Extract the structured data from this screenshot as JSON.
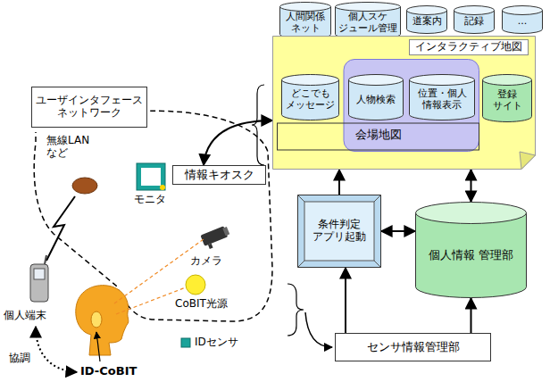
{
  "diagram": {
    "nodes": [
      {
        "text": [
          "人間関係 ネット"
        ]
      },
      {
        "text": [
          "個人スケ ジュール管理"
        ]
      },
      {
        "text": [
          "道案内"
        ]
      },
      {
        "text": [
          "記録"
        ]
      },
      {
        "text": [
          "..."
        ]
      },
      {
        "text": [
          "インタラクティブ地図"
        ]
      },
      {
        "text": [
          "会場地図"
        ],
        "in": 5
      },
      {
        "text": [
          "どこでも メッセージ"
        ],
        "in": 6
      },
      {
        "text": [
          "人物検索"
        ],
        "in": 6
      },
      {
        "text": [
          "位置・個人 情報表示"
        ],
        "in": 6
      },
      {
        "text": [
          "登録 サイト"
        ],
        "in": 5
      },
      {
        "text": [
          "ユーザインタフェース ネットワーク"
        ]
      },
      {
        "text": [
          "情報キオスク"
        ]
      },
      {
        "text": [
          "条件判定 アプリ起動"
        ]
      },
      {
        "text": [
          "個人情報 管理部"
        ]
      },
      {
        "text": [
          "センサ情報管理部"
        ]
      }
    ],
    "edges": [
      {
        "from": 12,
        "to": 5,
        "arrow": "both"
      },
      {
        "from": 13,
        "to": 5,
        "arrow": "to"
      },
      {
        "from": 13,
        "to": 14,
        "arrow": "both"
      },
      {
        "from": 14,
        "to": 5,
        "arrow": "both"
      },
      {
        "from": 15,
        "to": 13,
        "arrow": "to"
      },
      {
        "from": 15,
        "to": 14,
        "arrow": "to"
      }
    ],
    "labels": [
      "無線LAN など",
      "モニタ",
      "カメラ",
      "CoBIT光源",
      "IDセンサ",
      "個人端末",
      "協調",
      "ID-CoBIT"
    ]
  }
}
